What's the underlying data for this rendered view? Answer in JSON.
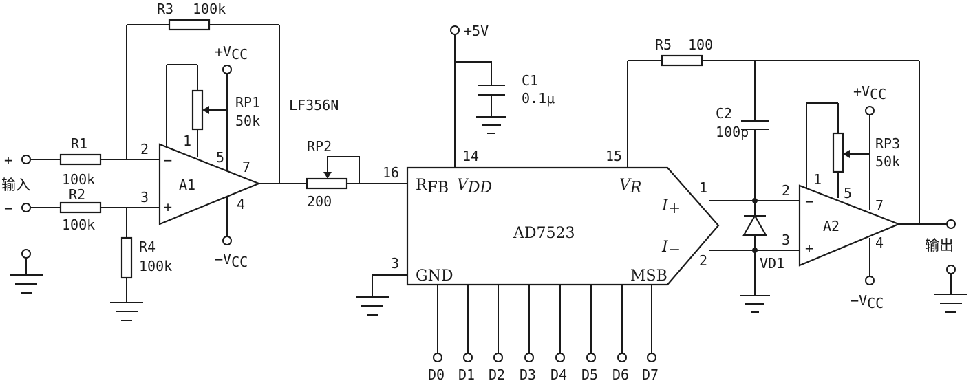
{
  "components": {
    "r3": {
      "name": "R3",
      "value": "100k"
    },
    "r1": {
      "name": "R1",
      "value": "100k"
    },
    "r2": {
      "name": "R2",
      "value": "100k"
    },
    "r4": {
      "name": "R4",
      "value": "100k"
    },
    "rp1": {
      "name": "RP1",
      "value": "50k"
    },
    "rp2": {
      "name": "RP2",
      "value": "200"
    },
    "r5": {
      "name": "R5",
      "value": "100"
    },
    "c1": {
      "name": "C1",
      "value": "0.1μ"
    },
    "c2": {
      "name": "C2",
      "value": "100p"
    },
    "rp3": {
      "name": "RP3",
      "value": "50k"
    },
    "a1": {
      "name": "A1",
      "part": "LF356N"
    },
    "a2": {
      "name": "A2"
    },
    "vd1": {
      "name": "VD1"
    },
    "dac": {
      "name": "AD7523",
      "rfb": "R",
      "rfb_sub": "FB",
      "vdd": "V",
      "vdd_sub": "DD",
      "vr": "V",
      "vr_sub": "R",
      "iplus": "I",
      "iplus_sub": "+",
      "iminus": "I",
      "iminus_sub": "−",
      "gnd": "GND",
      "msb": "MSB"
    }
  },
  "supplies": {
    "v5": "+5V",
    "vcc_plus": "+V",
    "vcc_minus": "−V",
    "vcc_sub": "CC"
  },
  "io": {
    "input_label": "输入",
    "output_label": "输出",
    "plus": "+",
    "minus": "−"
  },
  "opamp_signs": {
    "inverting": "−",
    "noninverting": "+"
  },
  "pins": {
    "a1_2": "2",
    "a1_3": "3",
    "a1_1": "1",
    "a1_5": "5",
    "a1_7": "7",
    "a1_4": "4",
    "dac_16": "16",
    "dac_14": "14",
    "dac_15": "15",
    "dac_3": "3",
    "dac_1": "1",
    "dac_2": "2",
    "a2_2": "2",
    "a2_3": "3",
    "a2_1": "1",
    "a2_5": "5",
    "a2_7": "7",
    "a2_4": "4"
  },
  "data_bits": [
    "D0",
    "D1",
    "D2",
    "D3",
    "D4",
    "D5",
    "D6",
    "D7"
  ]
}
